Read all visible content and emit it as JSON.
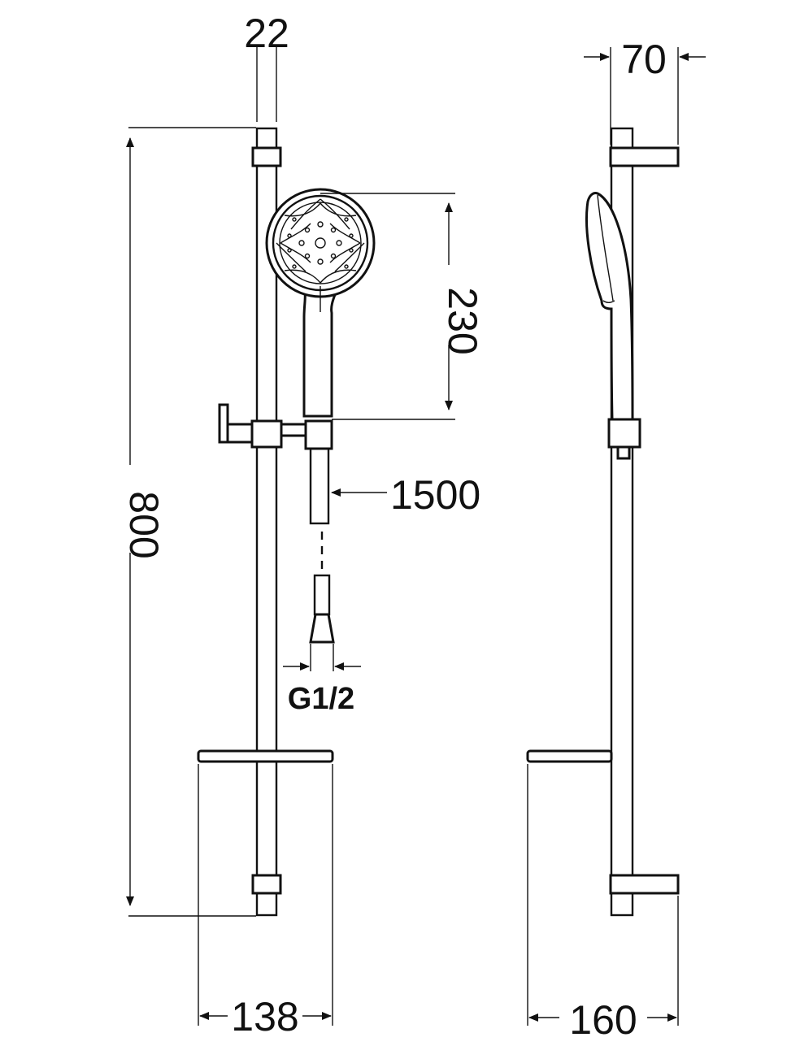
{
  "drawing": {
    "type": "technical-drawing",
    "subject": "shower rail set",
    "line_color": "#111111",
    "background": "#ffffff"
  },
  "dimensions": {
    "rail_width": "22",
    "rail_height": "800",
    "handshower_length": "230",
    "hose_length": "1500",
    "thread": "G1/2",
    "shelf_width_front": "138",
    "wall_projection": "70",
    "shelf_depth_side": "160"
  }
}
